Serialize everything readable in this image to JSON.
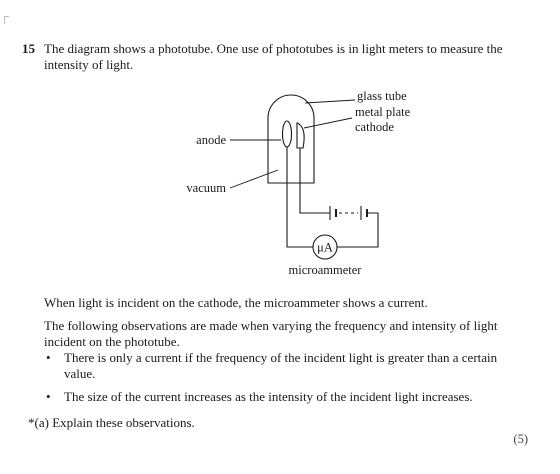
{
  "question": {
    "number": "15",
    "stem": "The diagram shows a phototube.  One use of phototubes is in light meters to measure the intensity of light."
  },
  "diagram": {
    "labels": {
      "glass_tube": "glass tube",
      "metal_plate_line1": "metal plate",
      "metal_plate_line2": "cathode",
      "anode": "anode",
      "vacuum": "vacuum",
      "meter_symbol": "μA",
      "microammeter": "microammeter"
    }
  },
  "body": {
    "observation_intro": "When light is incident on the cathode, the microammeter shows a current.",
    "observation_setup": "The following observations are made when varying the frequency and intensity of light incident on the phototube.",
    "bullet_symbol": "•",
    "bullets": [
      "There is only a current if the frequency of the incident light is greater than a certain value.",
      "The size of the current increases as the intensity of the incident light increases."
    ]
  },
  "part_a": {
    "label": "*(a)",
    "text": "Explain these observations.",
    "marks": "(5)"
  }
}
